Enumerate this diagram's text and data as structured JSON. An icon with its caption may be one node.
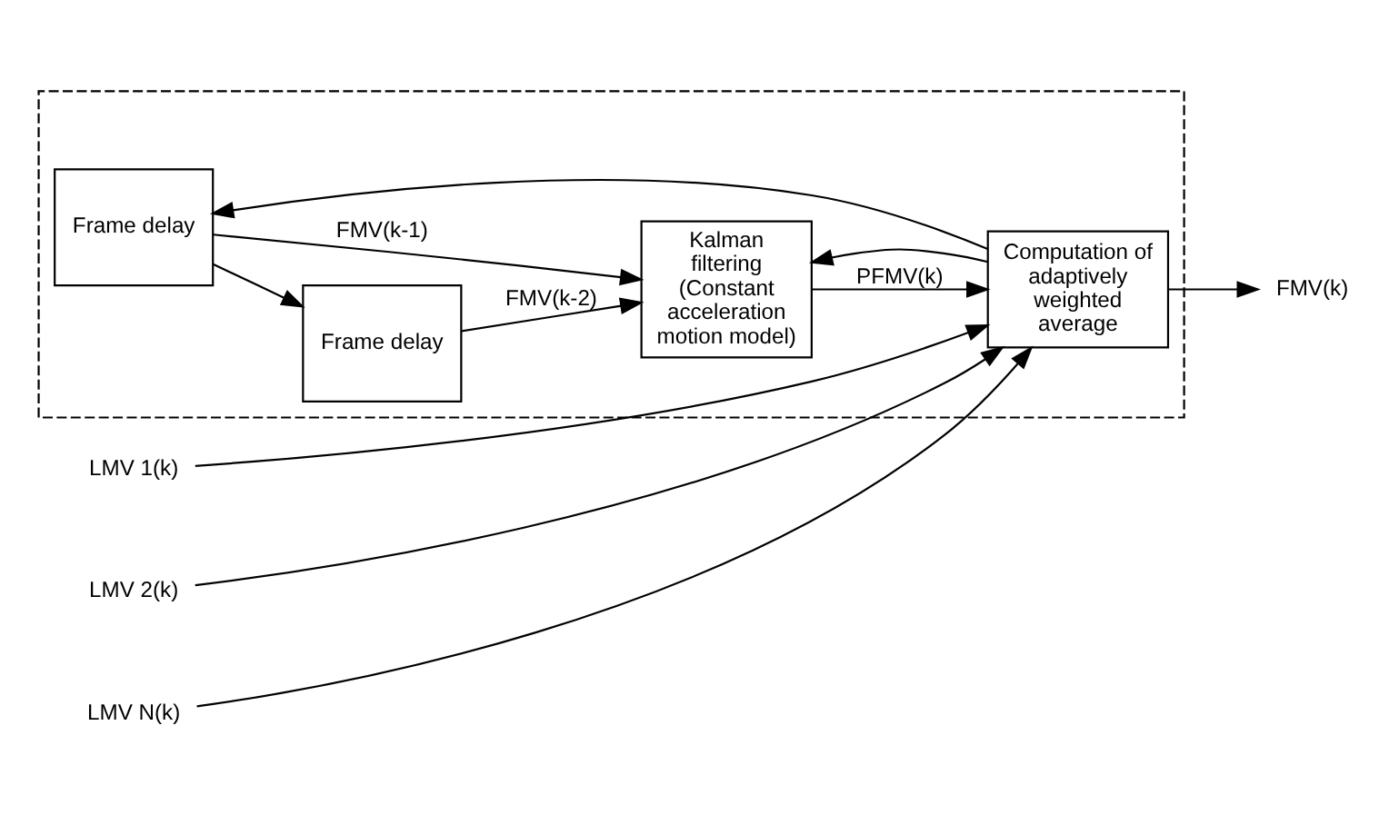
{
  "diagram": {
    "nodes": [
      {
        "text": [],
        "shape": "box"
      },
      {
        "text": [
          "Frame delay"
        ],
        "in": 0
      },
      {
        "text": [
          "Frame delay"
        ],
        "in": 0
      },
      {
        "text": [
          "Kalman filtering (Constant acceleration motion model)"
        ],
        "in": 0
      },
      {
        "text": [
          "Computation of adaptively weighted average"
        ],
        "in": 0
      },
      {
        "text": [
          "LMV 1(k)"
        ]
      },
      {
        "text": [
          "LMV 2(k)"
        ]
      },
      {
        "text": [
          "LMV N(k)"
        ]
      },
      {
        "text": [
          "FMV(k)"
        ]
      }
    ],
    "edges": [
      {
        "from": 4,
        "to": 1,
        "arrow": "to"
      },
      {
        "from": 4,
        "to": 3,
        "arrow": "to"
      },
      {
        "from": 1,
        "to": 2,
        "arrow": "to"
      },
      {
        "from": 1,
        "to": 3,
        "label": "FMV(k-1)",
        "arrow": "to"
      },
      {
        "from": 2,
        "to": 3,
        "label": "FMV(k-2)",
        "arrow": "to"
      },
      {
        "from": 3,
        "to": 4,
        "label": "PFMV(k)",
        "arrow": "to"
      },
      {
        "from": 5,
        "to": 4,
        "arrow": "to"
      },
      {
        "from": 6,
        "to": 4,
        "arrow": "to"
      },
      {
        "from": 7,
        "to": 4,
        "arrow": "to"
      },
      {
        "from": 4,
        "to": 8,
        "arrow": "to"
      }
    ]
  }
}
